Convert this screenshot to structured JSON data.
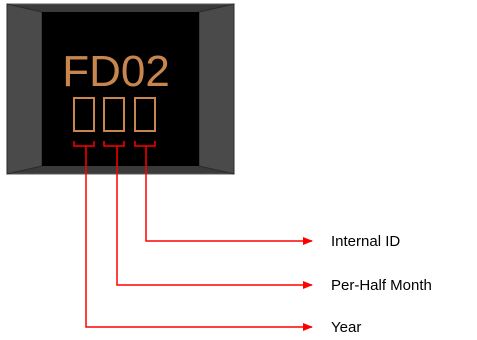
{
  "chip": {
    "marking": "FD02",
    "code_placeholder_count": 3
  },
  "callouts": [
    {
      "label": "Internal ID"
    },
    {
      "label": "Per-Half Month"
    },
    {
      "label": "Year"
    }
  ],
  "colors": {
    "package_body": "#000000",
    "package_caps": "#4a4a4a",
    "marking": "#c8864e",
    "callout_line": "#ff0000",
    "label_text": "#000000"
  }
}
